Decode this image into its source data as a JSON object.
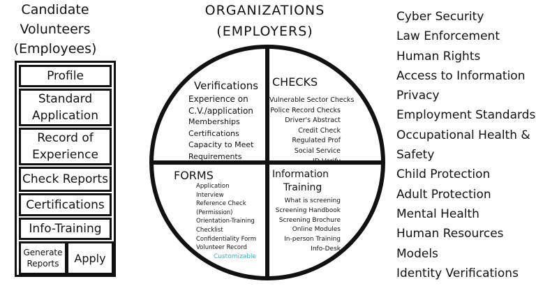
{
  "left": {
    "title_lines": [
      "Candidate",
      "Volunteers",
      "(Employees)"
    ],
    "items": [
      "Profile",
      "Standard Application",
      "Record of Experience",
      "Check Reports",
      "Certifications",
      "Info-Training"
    ],
    "bottom_left": [
      "Generate",
      "Reports"
    ],
    "bottom_right": "Apply"
  },
  "center": {
    "title_lines": [
      "ORGANIZATIONS",
      "(EMPLOYERS)"
    ],
    "verifications": {
      "heading": "Verifications",
      "items": [
        "Experience on",
        "C.V./application",
        "Memberships",
        "Certifications",
        "Capacity to Meet",
        "Requirements"
      ]
    },
    "checks": {
      "heading": "CHECKS",
      "items": [
        "Vulnerable Sector Checks",
        "Police Record Checks",
        "Driver's Abstract",
        "Credit Check",
        "Regulated Prof",
        "Social Service",
        "ID Verify"
      ]
    },
    "forms": {
      "heading": "FORMS",
      "items": [
        "Application",
        "Interview",
        "Reference Check",
        "(Permission)",
        "Orientation-Training",
        "Checklist",
        "Confidentiality Form",
        "Volunteer Record"
      ],
      "note": "Customizable",
      "note_color": "#3ab0c8"
    },
    "information_training": {
      "heading_lines": [
        "Information",
        "Training"
      ],
      "items": [
        "What is screening",
        "Screening Handbook",
        "Screening Brochure",
        "Online Modules",
        "In-person Training",
        "Info-Desk"
      ]
    }
  },
  "right": {
    "items": [
      "Cyber Security",
      "Law Enforcement",
      "Human Rights",
      "Access to Information",
      "Privacy",
      "Employment Standards",
      "Occupational Health &",
      "Safety",
      "Child Protection",
      "Adult Protection",
      "Mental Health",
      "Human Resources",
      "Models",
      "Identity Verifications"
    ]
  }
}
